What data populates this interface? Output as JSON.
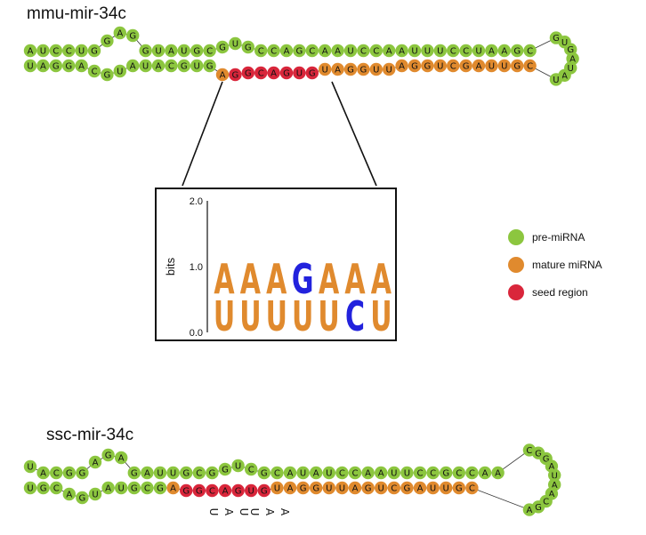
{
  "colors": {
    "pre": "#8cc63f",
    "mature": "#e08a2e",
    "seed": "#d9263b",
    "logo_orange": "#e08a2e",
    "logo_blue": "#2222dd",
    "legend_pre": "#8cc63f",
    "legend_mature": "#e08a2e",
    "legend_seed": "#d9263b"
  },
  "mmu": {
    "title": "mmu-mir-34c",
    "top": [
      {
        "n": "A",
        "t": "pre"
      },
      {
        "n": "U",
        "t": "pre"
      },
      {
        "n": "C",
        "t": "pre"
      },
      {
        "n": "C",
        "t": "pre"
      },
      {
        "n": "U",
        "t": "pre"
      },
      {
        "n": "G",
        "t": "pre"
      },
      {
        "n": "G",
        "t": "pre"
      },
      {
        "n": "A",
        "t": "pre"
      },
      {
        "n": "G",
        "t": "pre"
      },
      {
        "n": "G",
        "t": "pre"
      },
      {
        "n": "U",
        "t": "pre"
      },
      {
        "n": "A",
        "t": "pre"
      },
      {
        "n": "U",
        "t": "pre"
      },
      {
        "n": "G",
        "t": "pre"
      },
      {
        "n": "C",
        "t": "pre"
      },
      {
        "n": "G",
        "t": "pre"
      },
      {
        "n": "U",
        "t": "pre"
      },
      {
        "n": "G",
        "t": "pre"
      },
      {
        "n": "C",
        "t": "pre"
      },
      {
        "n": "C",
        "t": "pre"
      },
      {
        "n": "A",
        "t": "pre"
      },
      {
        "n": "G",
        "t": "pre"
      },
      {
        "n": "C",
        "t": "pre"
      },
      {
        "n": "A",
        "t": "pre"
      },
      {
        "n": "A",
        "t": "pre"
      },
      {
        "n": "U",
        "t": "pre"
      },
      {
        "n": "C",
        "t": "pre"
      },
      {
        "n": "C",
        "t": "pre"
      },
      {
        "n": "A",
        "t": "pre"
      },
      {
        "n": "A",
        "t": "pre"
      },
      {
        "n": "U",
        "t": "pre"
      },
      {
        "n": "U",
        "t": "pre"
      },
      {
        "n": "U",
        "t": "pre"
      },
      {
        "n": "C",
        "t": "pre"
      },
      {
        "n": "C",
        "t": "pre"
      },
      {
        "n": "U",
        "t": "pre"
      },
      {
        "n": "A",
        "t": "pre"
      },
      {
        "n": "A",
        "t": "pre"
      },
      {
        "n": "G",
        "t": "pre"
      },
      {
        "n": "C",
        "t": "pre"
      }
    ],
    "bottom": [
      {
        "n": "U",
        "t": "pre"
      },
      {
        "n": "A",
        "t": "pre"
      },
      {
        "n": "G",
        "t": "pre"
      },
      {
        "n": "G",
        "t": "pre"
      },
      {
        "n": "A",
        "t": "pre"
      },
      {
        "n": "C",
        "t": "pre"
      },
      {
        "n": "G",
        "t": "pre"
      },
      {
        "n": "U",
        "t": "pre"
      },
      {
        "n": "A",
        "t": "pre"
      },
      {
        "n": "U",
        "t": "pre"
      },
      {
        "n": "A",
        "t": "pre"
      },
      {
        "n": "C",
        "t": "pre"
      },
      {
        "n": "G",
        "t": "pre"
      },
      {
        "n": "U",
        "t": "pre"
      },
      {
        "n": "G",
        "t": "pre"
      },
      {
        "n": "A",
        "t": "mature"
      },
      {
        "n": "G",
        "t": "seed"
      },
      {
        "n": "G",
        "t": "seed"
      },
      {
        "n": "C",
        "t": "seed"
      },
      {
        "n": "A",
        "t": "seed"
      },
      {
        "n": "G",
        "t": "seed"
      },
      {
        "n": "U",
        "t": "seed"
      },
      {
        "n": "G",
        "t": "seed"
      },
      {
        "n": "U",
        "t": "mature"
      },
      {
        "n": "A",
        "t": "mature"
      },
      {
        "n": "G",
        "t": "mature"
      },
      {
        "n": "G",
        "t": "mature"
      },
      {
        "n": "U",
        "t": "mature"
      },
      {
        "n": "U",
        "t": "mature"
      },
      {
        "n": "A",
        "t": "mature"
      },
      {
        "n": "G",
        "t": "mature"
      },
      {
        "n": "G",
        "t": "mature"
      },
      {
        "n": "U",
        "t": "mature"
      },
      {
        "n": "C",
        "t": "mature"
      },
      {
        "n": "G",
        "t": "mature"
      },
      {
        "n": "A",
        "t": "mature"
      },
      {
        "n": "U",
        "t": "mature"
      },
      {
        "n": "U",
        "t": "mature"
      },
      {
        "n": "G",
        "t": "mature"
      },
      {
        "n": "C",
        "t": "mature"
      }
    ],
    "loop": [
      {
        "n": "G",
        "t": "pre"
      },
      {
        "n": "U",
        "t": "pre"
      },
      {
        "n": "G",
        "t": "pre"
      },
      {
        "n": "A",
        "t": "pre"
      },
      {
        "n": "U",
        "t": "pre"
      },
      {
        "n": "A",
        "t": "pre"
      },
      {
        "n": "U",
        "t": "pre"
      }
    ]
  },
  "logo": {
    "ylabel": "bits",
    "yticks": [
      "0.0",
      "1.0",
      "2.0"
    ],
    "columns": [
      {
        "top": {
          "l": "A",
          "c": "orange"
        },
        "bottom": {
          "l": "U",
          "c": "orange"
        }
      },
      {
        "top": {
          "l": "A",
          "c": "orange"
        },
        "bottom": {
          "l": "U",
          "c": "orange"
        }
      },
      {
        "top": {
          "l": "A",
          "c": "orange"
        },
        "bottom": {
          "l": "U",
          "c": "orange"
        }
      },
      {
        "top": {
          "l": "G",
          "c": "blue"
        },
        "bottom": {
          "l": "U",
          "c": "orange"
        }
      },
      {
        "top": {
          "l": "A",
          "c": "orange"
        },
        "bottom": {
          "l": "U",
          "c": "orange"
        }
      },
      {
        "top": {
          "l": "A",
          "c": "orange"
        },
        "bottom": {
          "l": "C",
          "c": "blue"
        }
      },
      {
        "top": {
          "l": "A",
          "c": "orange"
        },
        "bottom": {
          "l": "U",
          "c": "orange"
        }
      }
    ]
  },
  "legend": [
    {
      "label": "pre-miRNA",
      "color": "legend_pre"
    },
    {
      "label": "mature miRNA",
      "color": "legend_mature"
    },
    {
      "label": "seed region",
      "color": "legend_seed"
    }
  ],
  "ssc": {
    "title": "ssc-mir-34c",
    "top": [
      {
        "n": "U",
        "t": "pre"
      },
      {
        "n": "A",
        "t": "pre"
      },
      {
        "n": "C",
        "t": "pre"
      },
      {
        "n": "G",
        "t": "pre"
      },
      {
        "n": "G",
        "t": "pre"
      },
      {
        "n": "A",
        "t": "pre"
      },
      {
        "n": "G",
        "t": "pre"
      },
      {
        "n": "A",
        "t": "pre"
      },
      {
        "n": "G",
        "t": "pre"
      },
      {
        "n": "A",
        "t": "pre"
      },
      {
        "n": "U",
        "t": "pre"
      },
      {
        "n": "U",
        "t": "pre"
      },
      {
        "n": "G",
        "t": "pre"
      },
      {
        "n": "C",
        "t": "pre"
      },
      {
        "n": "G",
        "t": "pre"
      },
      {
        "n": "G",
        "t": "pre"
      },
      {
        "n": "U",
        "t": "pre"
      },
      {
        "n": "C",
        "t": "pre"
      },
      {
        "n": "G",
        "t": "pre"
      },
      {
        "n": "C",
        "t": "pre"
      },
      {
        "n": "A",
        "t": "pre"
      },
      {
        "n": "U",
        "t": "pre"
      },
      {
        "n": "A",
        "t": "pre"
      },
      {
        "n": "U",
        "t": "pre"
      },
      {
        "n": "C",
        "t": "pre"
      },
      {
        "n": "C",
        "t": "pre"
      },
      {
        "n": "A",
        "t": "pre"
      },
      {
        "n": "A",
        "t": "pre"
      },
      {
        "n": "U",
        "t": "pre"
      },
      {
        "n": "U",
        "t": "pre"
      },
      {
        "n": "C",
        "t": "pre"
      },
      {
        "n": "C",
        "t": "pre"
      },
      {
        "n": "G",
        "t": "pre"
      },
      {
        "n": "C",
        "t": "pre"
      },
      {
        "n": "C",
        "t": "pre"
      },
      {
        "n": "A",
        "t": "pre"
      },
      {
        "n": "A",
        "t": "pre"
      }
    ],
    "bottom": [
      {
        "n": "U",
        "t": "pre"
      },
      {
        "n": "G",
        "t": "pre"
      },
      {
        "n": "C",
        "t": "pre"
      },
      {
        "n": "A",
        "t": "pre"
      },
      {
        "n": "G",
        "t": "pre"
      },
      {
        "n": "U",
        "t": "pre"
      },
      {
        "n": "A",
        "t": "pre"
      },
      {
        "n": "U",
        "t": "pre"
      },
      {
        "n": "G",
        "t": "pre"
      },
      {
        "n": "C",
        "t": "pre"
      },
      {
        "n": "G",
        "t": "pre"
      },
      {
        "n": "A",
        "t": "mature"
      },
      {
        "n": "G",
        "t": "seed"
      },
      {
        "n": "G",
        "t": "seed"
      },
      {
        "n": "C",
        "t": "seed"
      },
      {
        "n": "A",
        "t": "seed"
      },
      {
        "n": "G",
        "t": "seed"
      },
      {
        "n": "U",
        "t": "seed"
      },
      {
        "n": "G",
        "t": "seed"
      },
      {
        "n": "U",
        "t": "mature"
      },
      {
        "n": "A",
        "t": "mature"
      },
      {
        "n": "G",
        "t": "mature"
      },
      {
        "n": "G",
        "t": "mature"
      },
      {
        "n": "U",
        "t": "mature"
      },
      {
        "n": "U",
        "t": "mature"
      },
      {
        "n": "A",
        "t": "mature"
      },
      {
        "n": "G",
        "t": "mature"
      },
      {
        "n": "U",
        "t": "mature"
      },
      {
        "n": "C",
        "t": "mature"
      },
      {
        "n": "G",
        "t": "mature"
      },
      {
        "n": "A",
        "t": "mature"
      },
      {
        "n": "U",
        "t": "mature"
      },
      {
        "n": "U",
        "t": "mature"
      },
      {
        "n": "G",
        "t": "mature"
      },
      {
        "n": "C",
        "t": "mature"
      }
    ],
    "loop": [
      {
        "n": "C",
        "t": "pre"
      },
      {
        "n": "G",
        "t": "pre"
      },
      {
        "n": "G",
        "t": "pre"
      },
      {
        "n": "A",
        "t": "pre"
      },
      {
        "n": "U",
        "t": "pre"
      },
      {
        "n": "A",
        "t": "pre"
      },
      {
        "n": "A",
        "t": "pre"
      },
      {
        "n": "C",
        "t": "pre"
      },
      {
        "n": "G",
        "t": "pre"
      },
      {
        "n": "A",
        "t": "pre"
      }
    ],
    "free_letters": [
      "U",
      "A",
      "U",
      "U",
      "A",
      "A"
    ]
  }
}
